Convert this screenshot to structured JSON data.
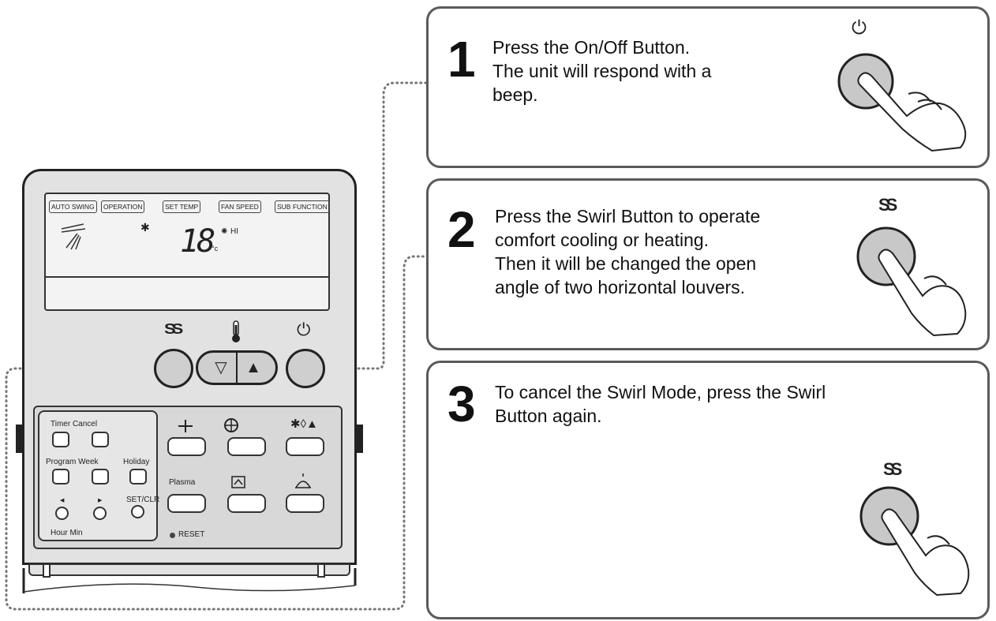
{
  "steps": [
    {
      "number": "1",
      "lines": [
        "Press the On/Off Button.",
        "The unit will respond with a",
        "beep."
      ]
    },
    {
      "number": "2",
      "lines": [
        "Press the Swirl Button to operate",
        "comfort cooling or heating.",
        "Then it will be changed the open",
        "angle of two horizontal louvers."
      ]
    },
    {
      "number": "3",
      "lines": [
        "To cancel the Swirl Mode, press the Swirl",
        "Button again."
      ]
    }
  ],
  "lcd": {
    "labels": [
      "AUTO SWING",
      "OPERATION",
      "SET TEMP",
      "FAN SPEED",
      "SUB FUNCTION"
    ],
    "temperature": "18",
    "unit": "°c",
    "fan_speed": "HI"
  },
  "keypad": {
    "timer_cancel": "Timer Cancel",
    "program_week": "Program Week",
    "holiday": "Holiday",
    "set_clr": "SET/CLR",
    "hour_min": "Hour Min",
    "left_arrow": "◀",
    "right_arrow": "▶",
    "plasma": "Plasma",
    "reset": "RESET"
  },
  "glyphs": {
    "swirl": "SS",
    "power": "⏻",
    "down": "▽",
    "up": "▲"
  }
}
